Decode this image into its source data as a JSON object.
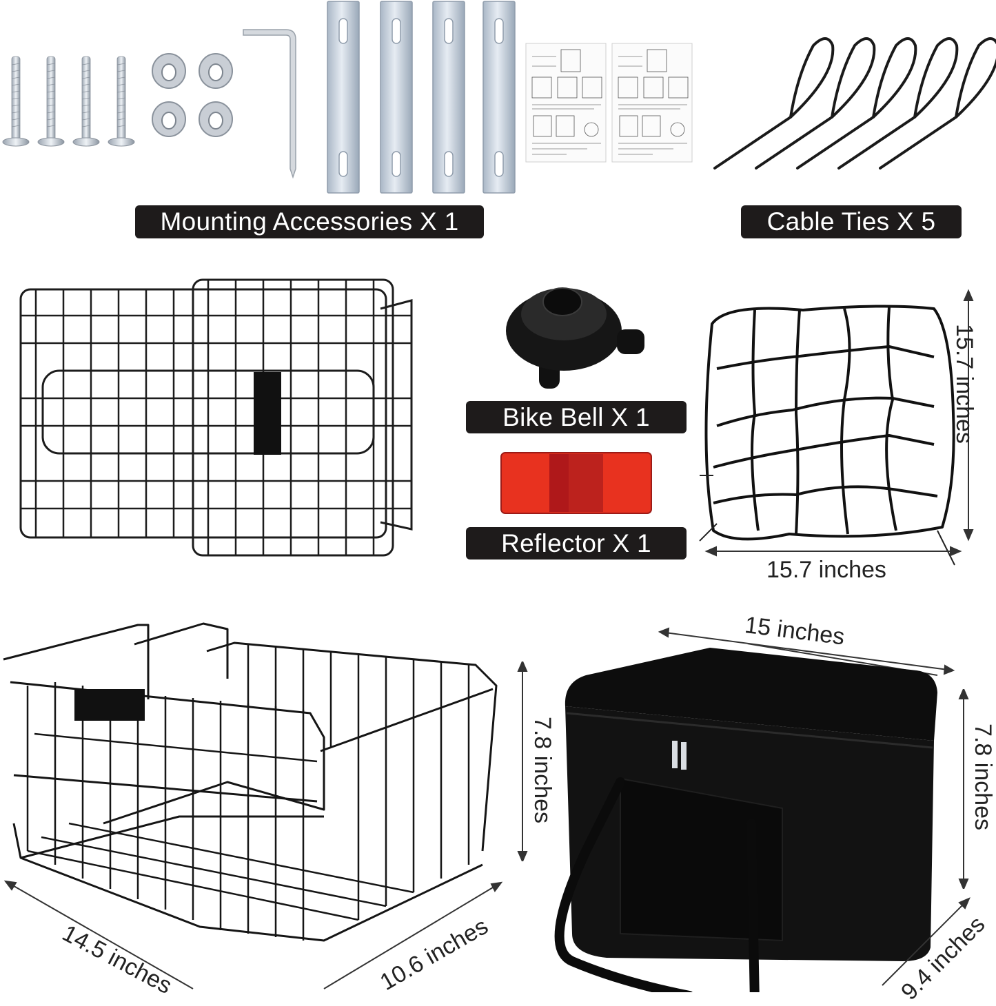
{
  "labels": {
    "mounting": "Mounting Accessories X 1",
    "cable_ties": "Cable Ties X 5",
    "bell": "Bike Bell X 1",
    "reflector": "Reflector X 1"
  },
  "dimensions": {
    "net_height": "15.7 inches",
    "net_width": "15.7 inches",
    "bag_length": "15 inches",
    "bag_height_left": "7.8 inches",
    "bag_height_right": "7.8 inches",
    "bag_depth": "9.4 inches",
    "basket_length": "14.5 inches",
    "basket_depth": "10.6 inches",
    "basket_height": "7.8 inches"
  },
  "items": {
    "screws": 4,
    "nuts": 4,
    "brackets": 4,
    "cable_ties": 5,
    "manual_pages": 2
  },
  "colors": {
    "label_bg": "#1e1b1b",
    "label_text": "#ffffff",
    "metal": "#c4ccd6",
    "reflector_red": "#e8321f",
    "reflector_dark": "#a5141a",
    "black_item": "#111111"
  }
}
